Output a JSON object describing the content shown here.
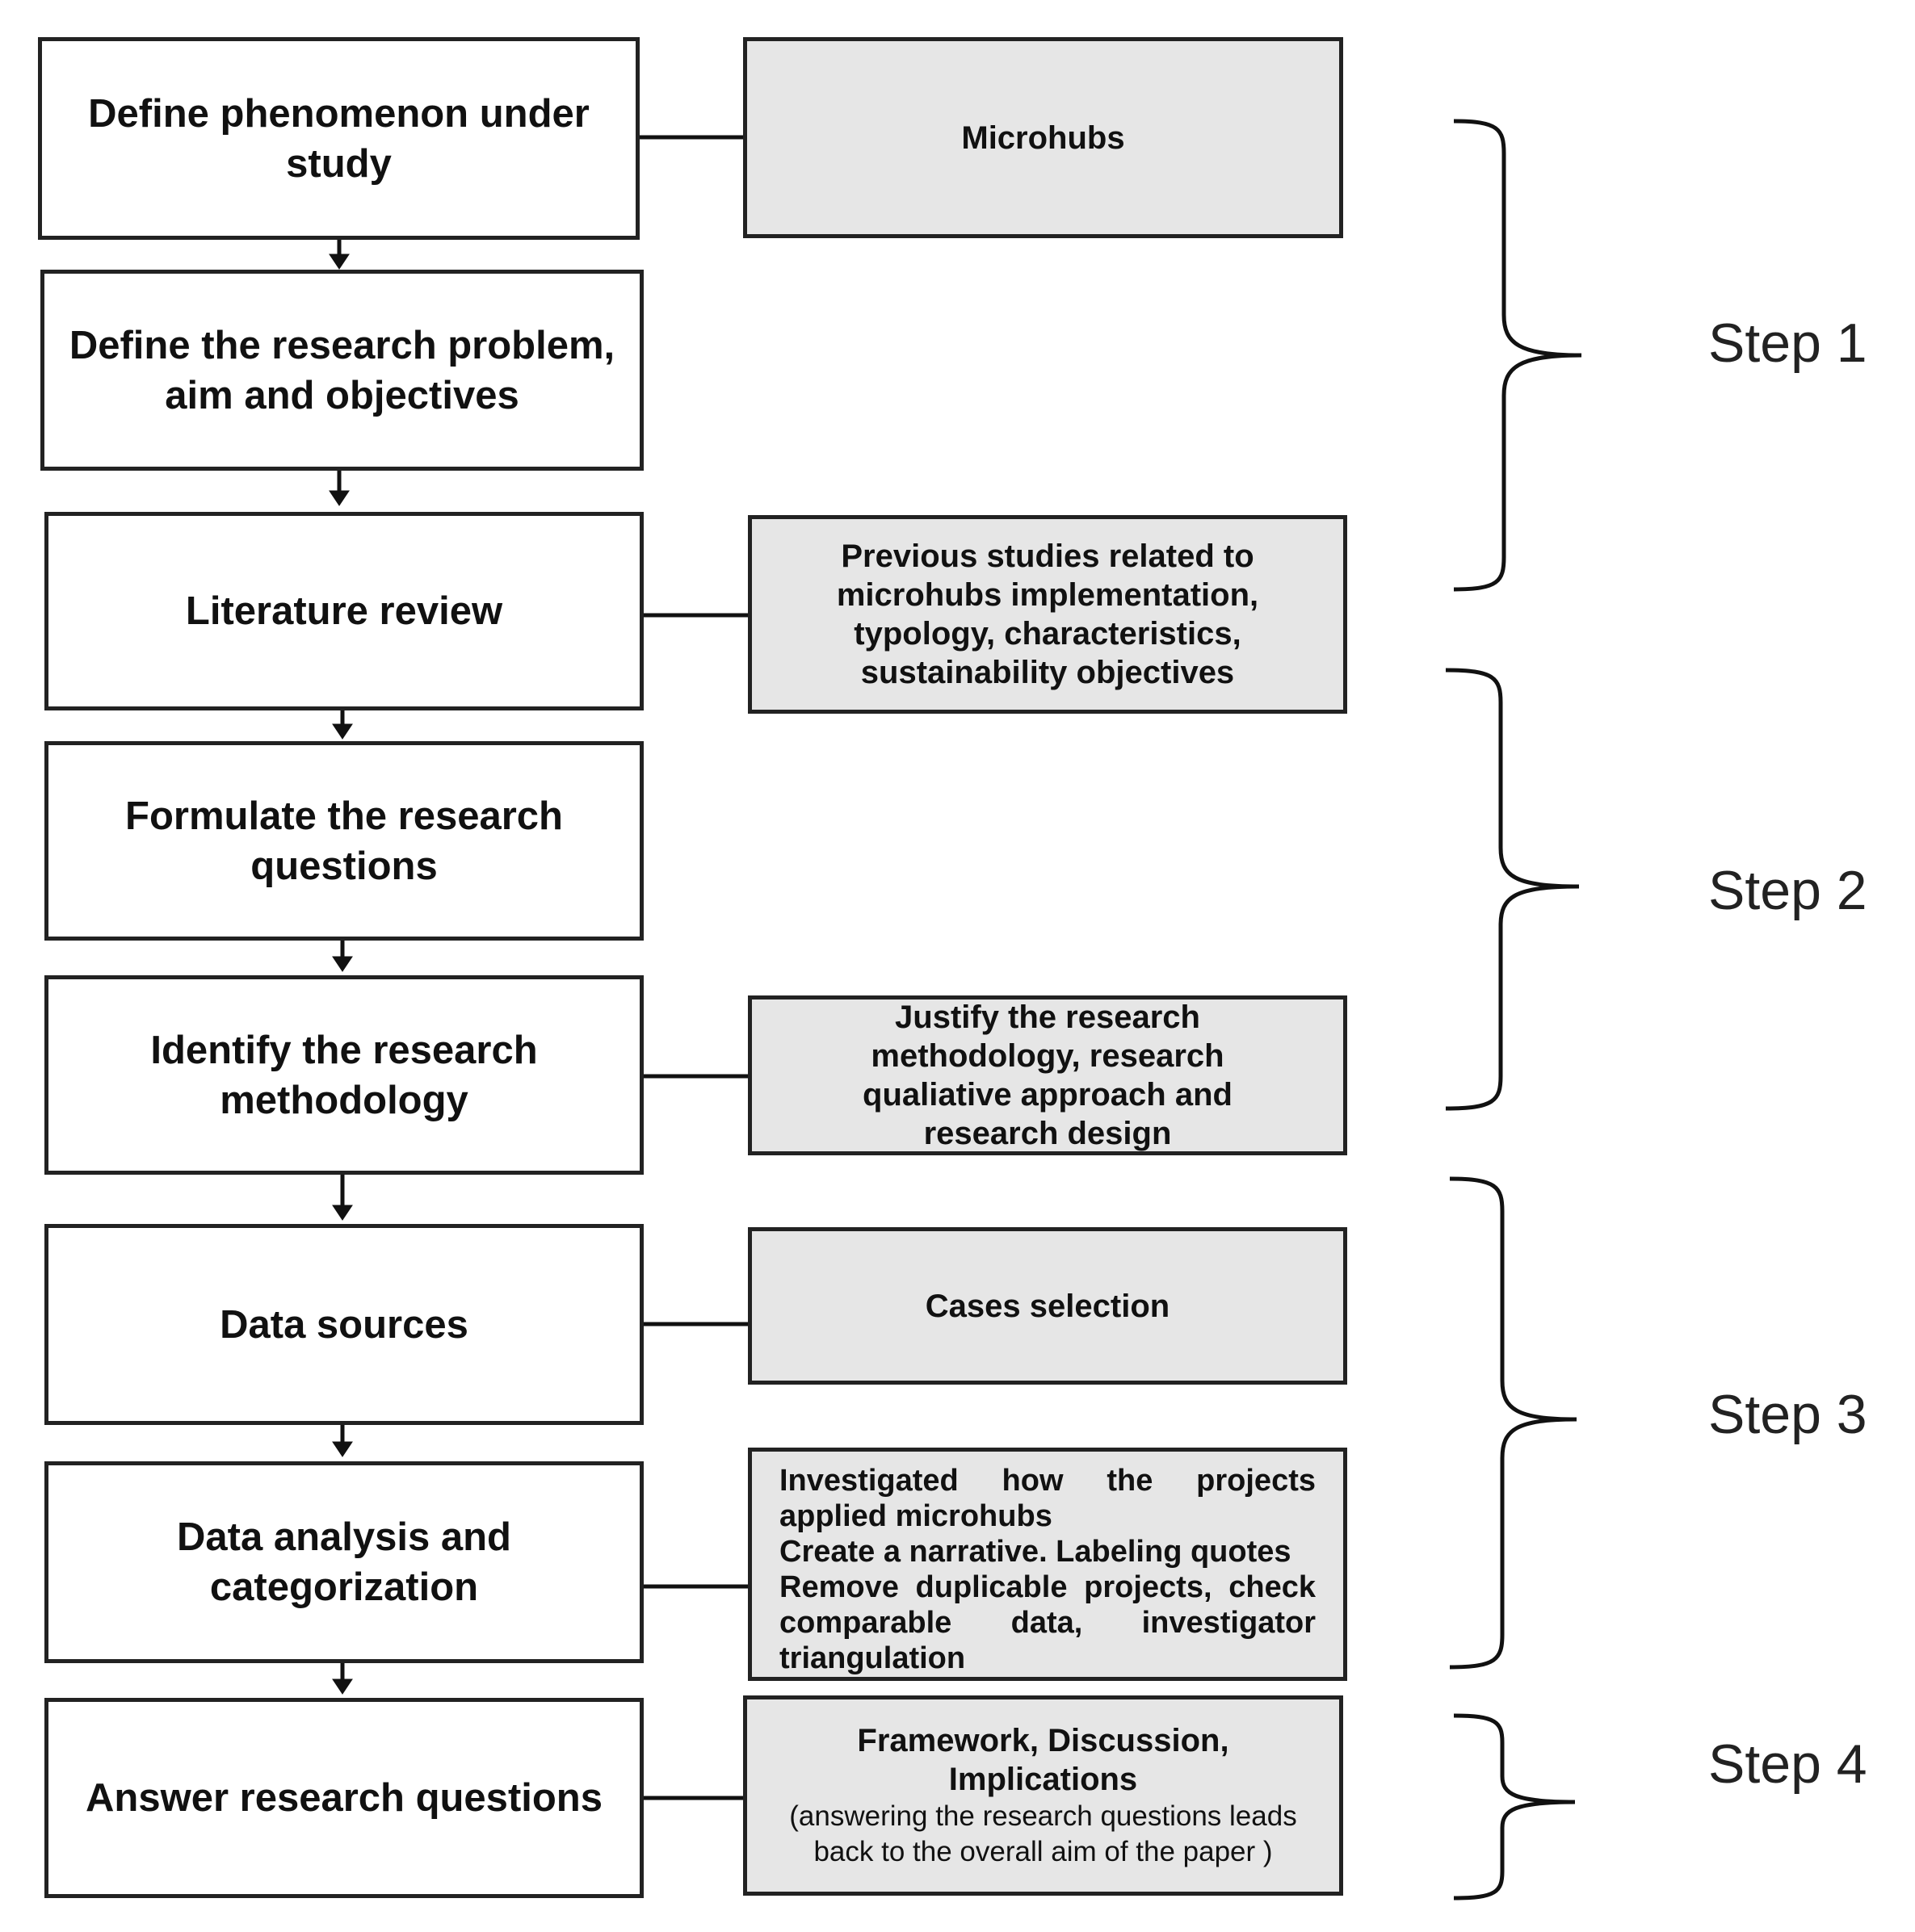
{
  "process_steps": [
    {
      "label": "Define phenomenon under study"
    },
    {
      "label": "Define the research problem, aim and objectives"
    },
    {
      "label": "Literature review"
    },
    {
      "label": "Formulate the research questions"
    },
    {
      "label": "Identify the research methodology"
    },
    {
      "label": "Data sources"
    },
    {
      "label": "Data analysis and categorization"
    },
    {
      "label": "Answer research questions"
    }
  ],
  "notes": {
    "microhubs": "Microhubs",
    "previous_studies": "Previous studies related to microhubs implementation, typology, characteristics, sustainability objectives",
    "justify": "Justify the research methodology, research qualiative approach and research design",
    "cases": "Cases selection",
    "analysis_lines": [
      "Investigated how the projects applied microhubs",
      "Create a narrative. Labeling quotes",
      "Remove duplicable projects, check comparable data, investigator triangulation"
    ],
    "final_main": "Framework, Discussion, Implications",
    "final_paren": "(answering the research questions leads back to the overall aim of the paper )"
  },
  "phases": [
    {
      "label": "Step 1"
    },
    {
      "label": "Step 2"
    },
    {
      "label": "Step 3"
    },
    {
      "label": "Step 4"
    }
  ],
  "colors": {
    "box_fill": "#ffffff",
    "note_fill": "#e6e6e6",
    "stroke": "#222222"
  }
}
